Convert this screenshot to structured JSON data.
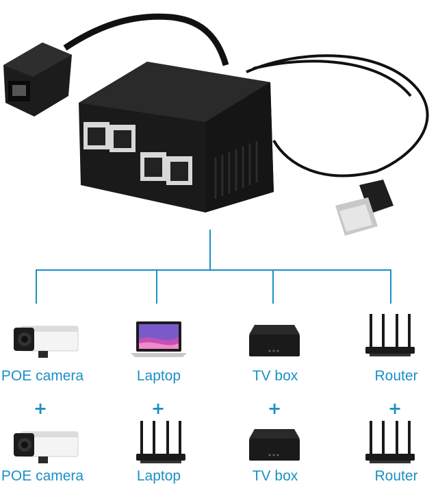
{
  "accent_color": "#1a8fc4",
  "product": {
    "name": "rj45-ethernet-splitter-with-usb-power",
    "port_count": 4
  },
  "devices_row1": [
    {
      "label": "POE camera",
      "icon": "security-camera-icon"
    },
    {
      "label": "Laptop",
      "icon": "laptop-icon"
    },
    {
      "label": "TV box",
      "icon": "tv-box-icon"
    },
    {
      "label": "Router",
      "icon": "router-icon"
    }
  ],
  "plus_signs": [
    "+",
    "+",
    "+",
    "+"
  ],
  "devices_row2": [
    {
      "label": "POE camera",
      "icon": "security-camera-icon"
    },
    {
      "label": "Laptop",
      "icon": "router-icon"
    },
    {
      "label": "TV box",
      "icon": "tv-box-icon"
    },
    {
      "label": "Router",
      "icon": "router-icon"
    }
  ]
}
